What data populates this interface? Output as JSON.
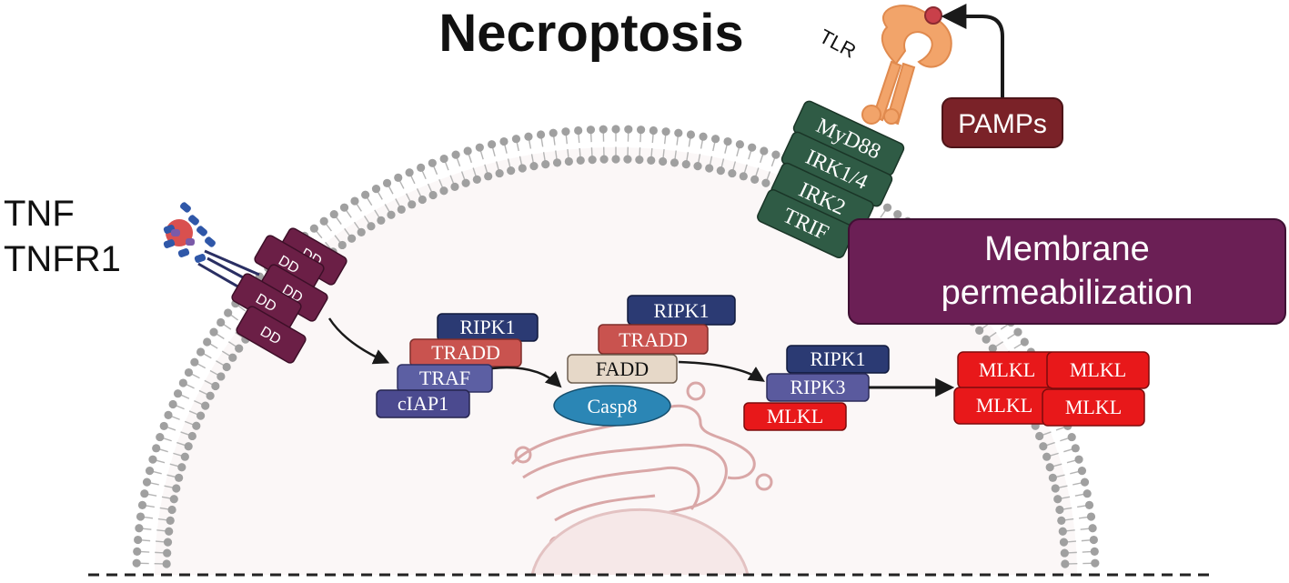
{
  "title": "Necroptosis",
  "labels": {
    "tnf": "TNF",
    "tnfr1": "TNFR1",
    "tlr": "TLR",
    "pamps": "PAMPs",
    "membrane_line1": "Membrane",
    "membrane_line2": "permeabilization"
  },
  "death_domains": [
    "DD",
    "DD",
    "DD",
    "DD",
    "DD"
  ],
  "tlr_adaptors": [
    "MyD88",
    "IRK1/4",
    "IRK2",
    "TRIF"
  ],
  "complex_tradd": [
    "RIPK1",
    "TRADD",
    "TRAF",
    "cIAP1"
  ],
  "complex_fadd": [
    "RIPK1",
    "TRADD",
    "FADD",
    "Casp8"
  ],
  "necrosome": [
    "RIPK1",
    "RIPK3",
    "MLKL"
  ],
  "mlkl_oligomer": [
    "MLKL",
    "MLKL",
    "MLKL",
    "MLKL"
  ],
  "colors": {
    "ripk1": "#2b3a73",
    "tradd": "#c9534f",
    "traf": "#5c5fa3",
    "ciap1": "#4b4a8f",
    "fadd": "#e6d8c8",
    "casp8": "#2b86b5",
    "ripk3": "#5a5a9e",
    "mlkl": "#e8181a",
    "dd": "#6b1f46",
    "tlr_adaptor": "#2f5b45",
    "pamps": "#7a2228",
    "membrane_box": "#6b1f55",
    "tlr_receptor": "#f2a46a",
    "membrane": "#a0a0a0"
  }
}
